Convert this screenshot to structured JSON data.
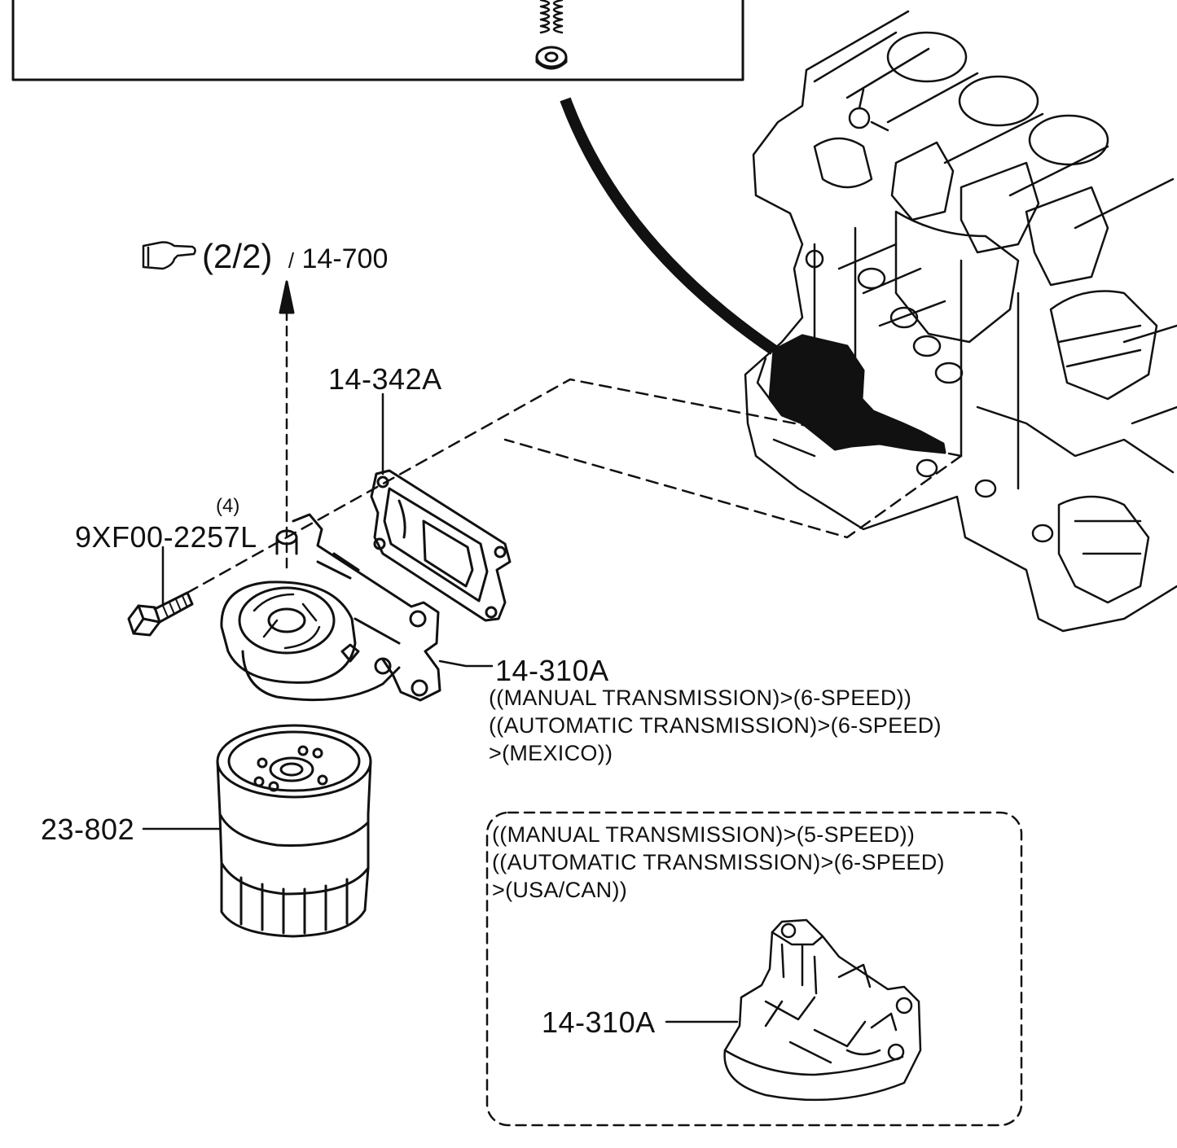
{
  "reference": {
    "page": "(2/2)",
    "separator": "/",
    "code": "14-700",
    "icon": "pointing-hand-icon"
  },
  "parts": {
    "gasket": "14-342A",
    "bolt_qty": "(4)",
    "bolt": "9XF00-2257L",
    "oil_filter": "23-802",
    "filter_body_main": "14-310A",
    "filter_body_alt": "14-310A"
  },
  "notes": {
    "main": [
      "((MANUAL TRANSMISSION)>(6-SPEED))",
      "((AUTOMATIC TRANSMISSION)>(6-SPEED)",
      ">(MEXICO))"
    ],
    "alt": [
      "((MANUAL TRANSMISSION)>(5-SPEED))",
      "((AUTOMATIC TRANSMISSION)>(6-SPEED)",
      ">(USA/CAN))"
    ]
  },
  "colors": {
    "ink": "#111111",
    "background": "#ffffff"
  }
}
